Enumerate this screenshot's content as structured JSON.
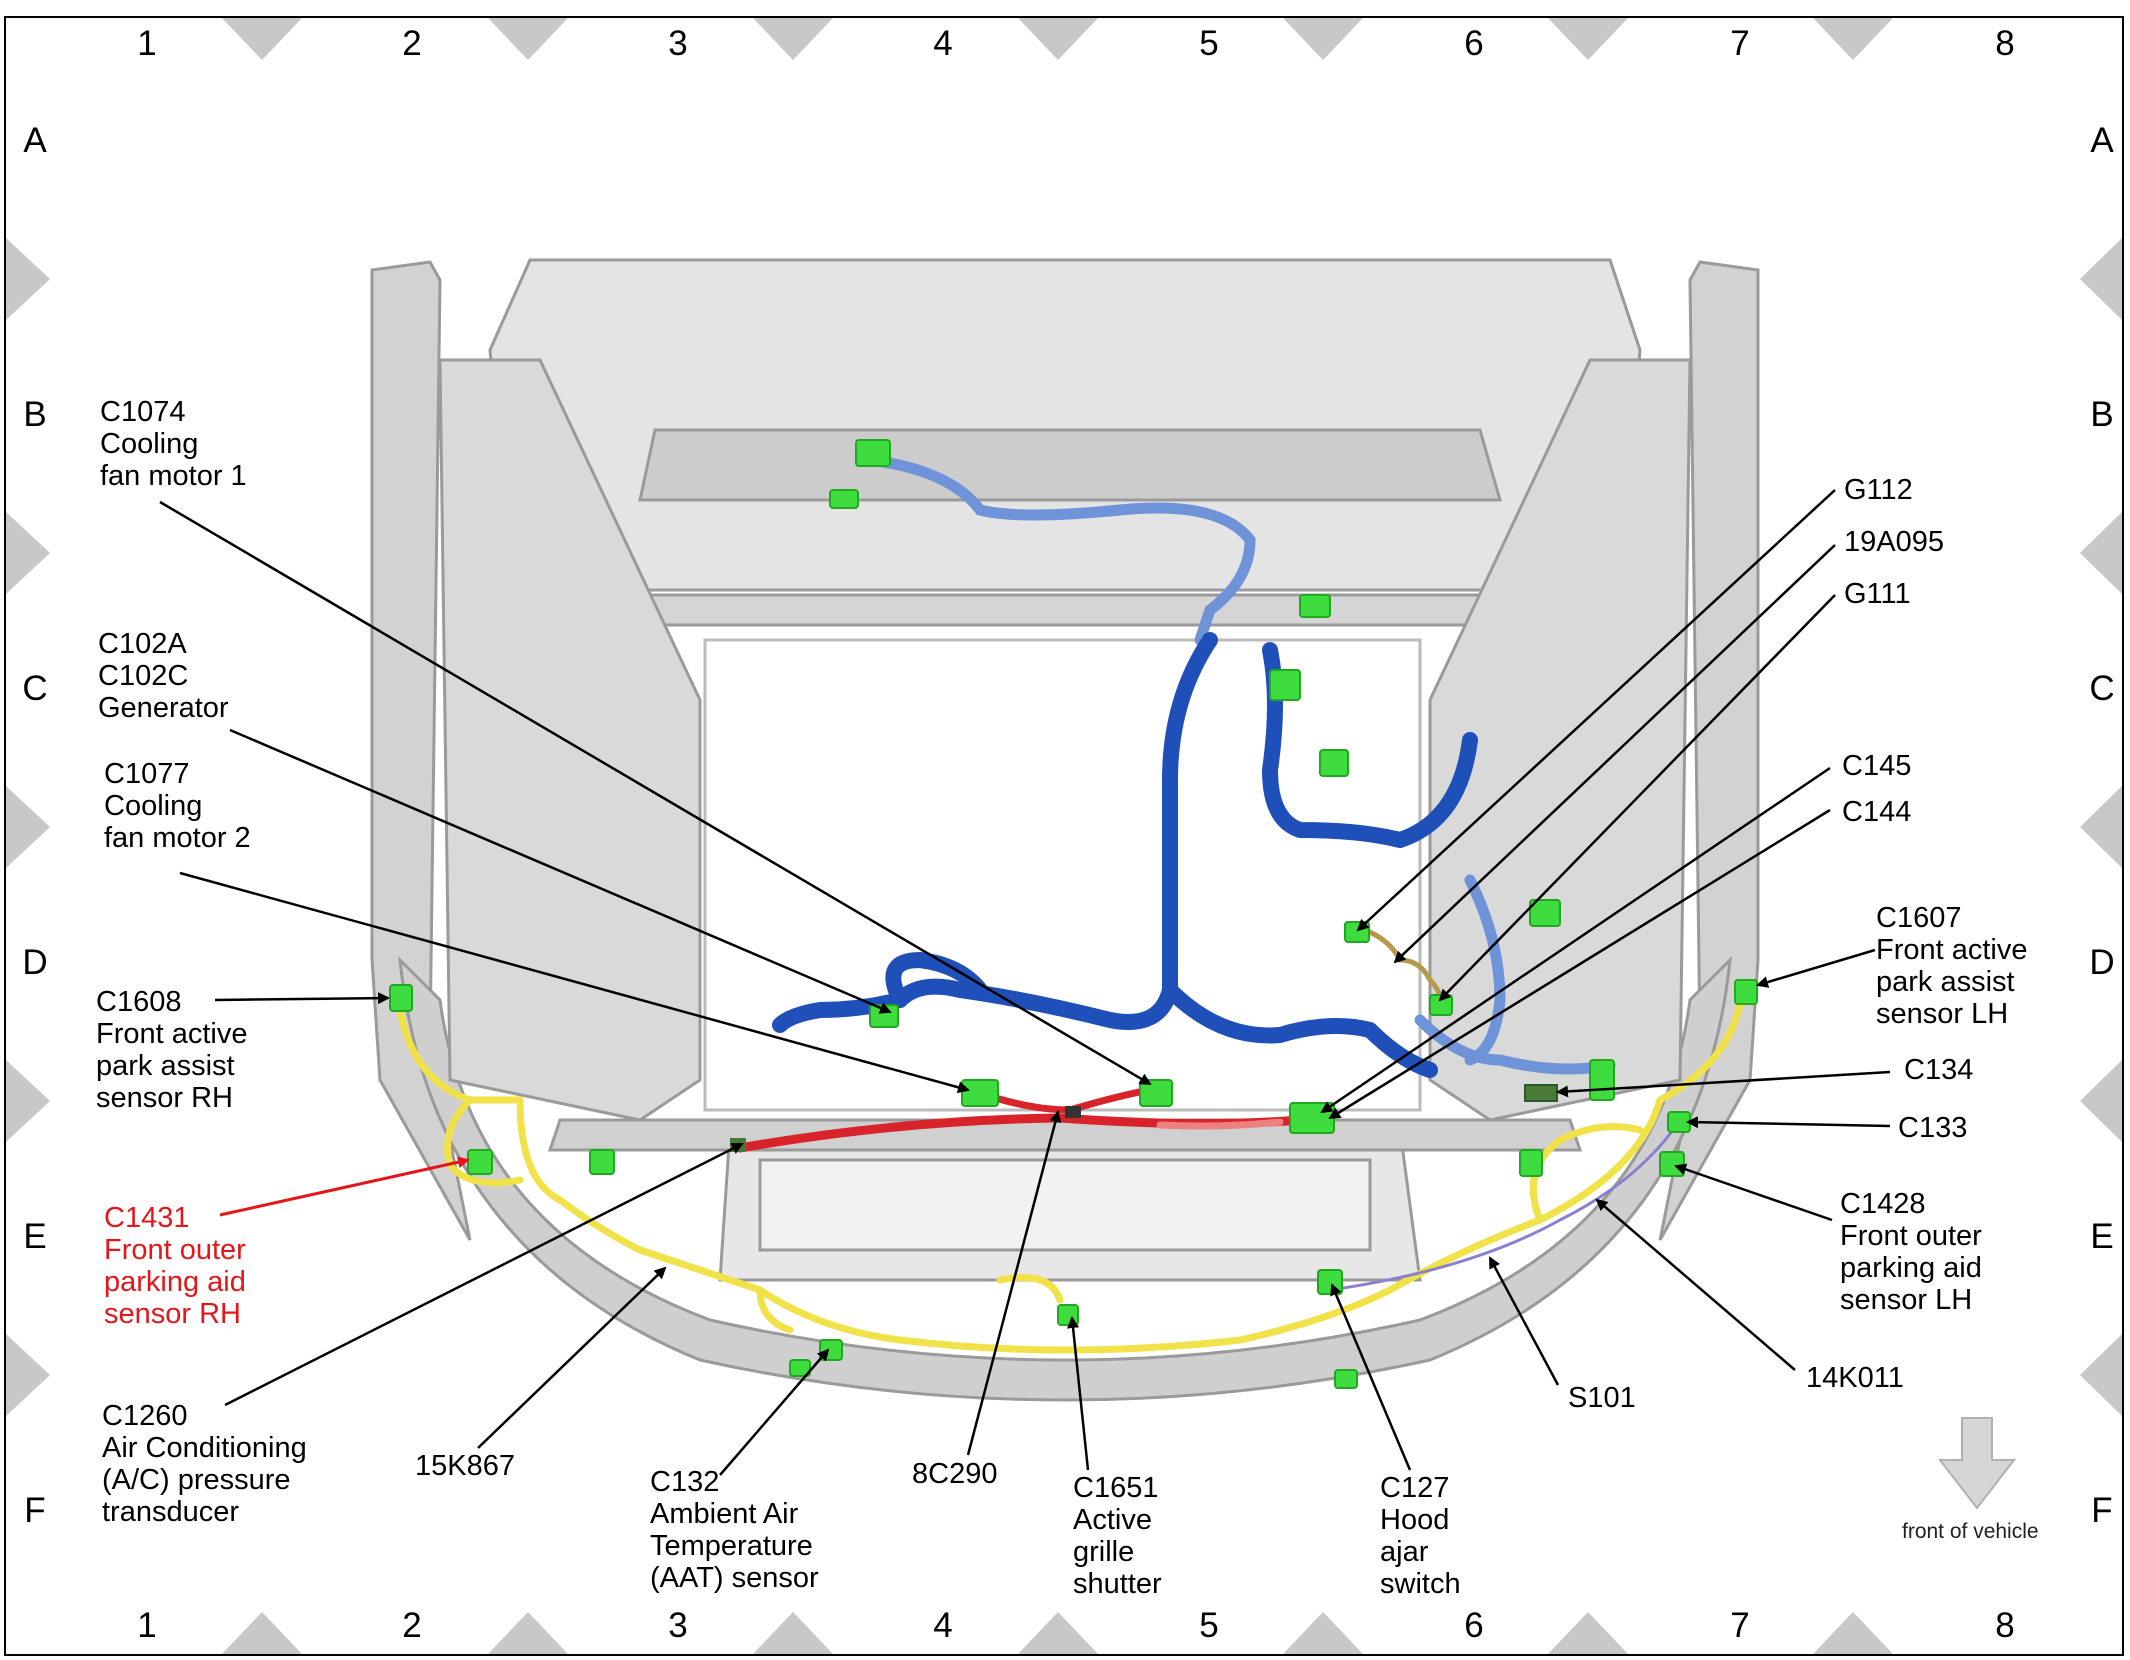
{
  "grid": {
    "columns": [
      "1",
      "2",
      "3",
      "4",
      "5",
      "6",
      "7",
      "8"
    ],
    "rows": [
      "A",
      "B",
      "C",
      "D",
      "E",
      "F"
    ]
  },
  "labels": {
    "c1074": "C1074\nCooling\nfan motor 1",
    "c102": "C102A\nC102C\nGenerator",
    "c1077": "C1077\nCooling\nfan motor 2",
    "c1608": "C1608\nFront active\npark assist\nsensor RH",
    "c1431": "C1431\nFront outer\nparking aid\nsensor RH",
    "c1260": "C1260\nAir Conditioning\n(A/C) pressure\ntransducer",
    "k15k867": "15K867",
    "c132": "C132\nAmbient Air\nTemperature\n(AAT) sensor",
    "c8c290": "8C290",
    "c1651": "C1651\nActive\ngrille\nshutter",
    "c127": "C127\nHood\najar\nswitch",
    "s101": "S101",
    "k14k011": "14K011",
    "c1428": "C1428\nFront outer\nparking aid\nsensor LH",
    "c133": "C133",
    "c134": "C134",
    "c1607": "C1607\nFront active\npark assist\nsensor LH",
    "c144": "C144",
    "c145": "C145",
    "g111": "G111",
    "a19a095": "19A095",
    "g112": "G112"
  },
  "front_indicator": {
    "text": "front of vehicle"
  },
  "colors": {
    "highlight": "#e3171b",
    "harness_blue": "#1f4fb8",
    "harness_light_blue": "#6f93d8",
    "harness_yellow": "#f2e24a",
    "harness_red": "#d9232a",
    "connector_green": "#3fdc3f",
    "body_gray": "#d7d7d7"
  }
}
